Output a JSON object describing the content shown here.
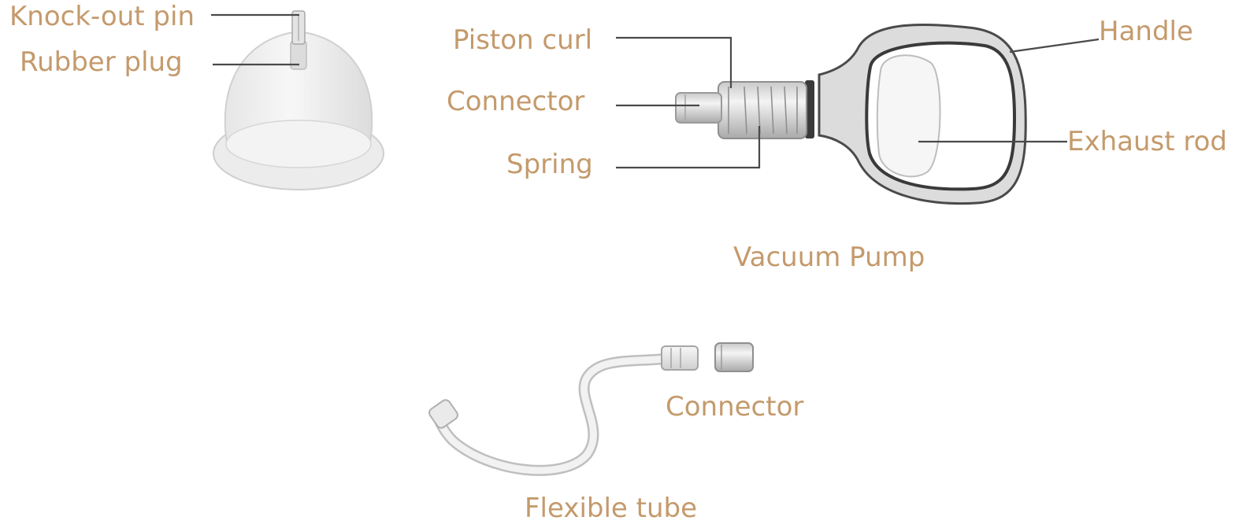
{
  "colors": {
    "label": "#c49a6c",
    "leader": "#4a4a4a",
    "part_fill": "#eeeeee",
    "part_stroke": "#b5b5b5",
    "dark_ring": "#3a3a3a"
  },
  "labels": {
    "knockout_pin": "Knock-out pin",
    "rubber_plug": "Rubber plug",
    "piston_curl": "Piston curl",
    "connector_pump": "Connector",
    "spring": "Spring",
    "handle": "Handle",
    "exhaust_rod": "Exhaust rod",
    "vacuum_pump": "Vacuum Pump",
    "connector_tube": "Connector",
    "flexible_tube": "Flexible tube"
  },
  "parts": {
    "cup": "cupping-cup",
    "pump": "vacuum-pump",
    "tube": "flexible-tube",
    "connector": "tube-connector"
  }
}
